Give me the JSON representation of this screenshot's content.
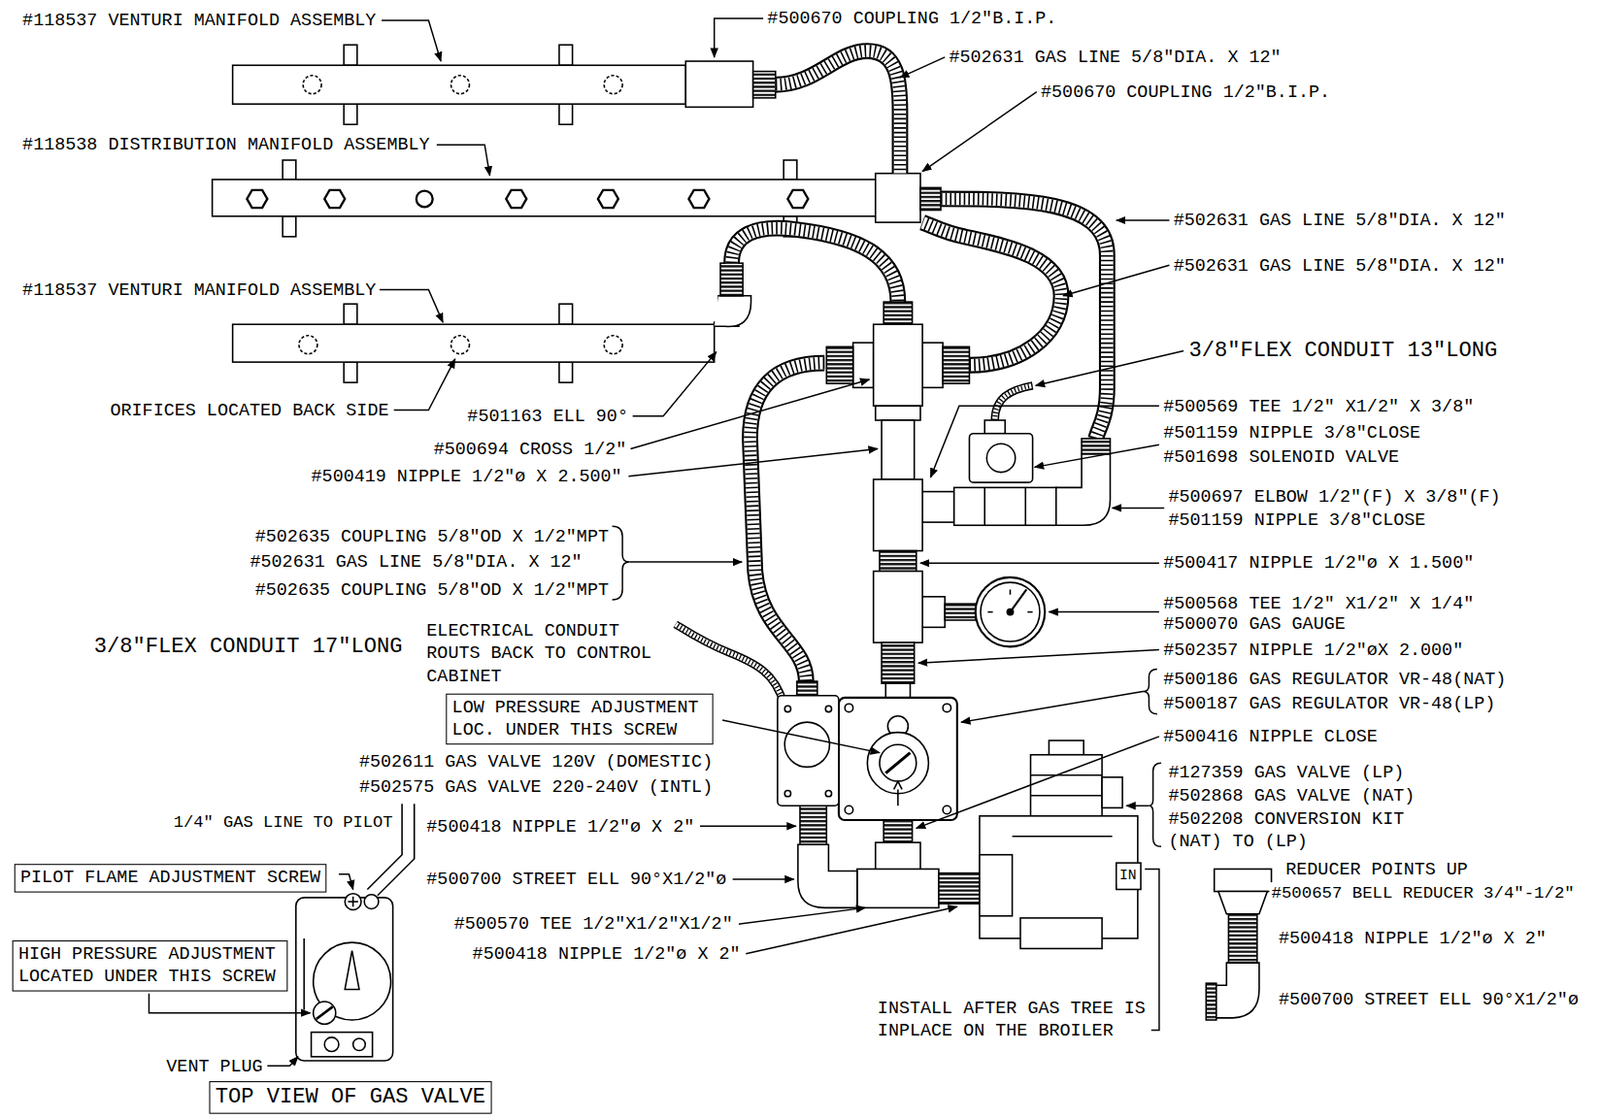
{
  "diagram": {
    "nodes": [
      {
        "text": [
          "LOW PRESSURE ADJUSTMENT LOC. UNDER THIS SCREW"
        ]
      },
      {
        "text": [
          "PILOT FLAME ADJUSTMENT SCREW"
        ]
      },
      {
        "text": [
          "HIGH PRESSURE ADJUSTMENT LOCATED UNDER THIS SCREW"
        ]
      },
      {
        "text": [
          "TOP VIEW OF GAS VALVE"
        ]
      }
    ],
    "labels": [
      "#118537 VENTURI MANIFOLD ASSEMBLY",
      "#500670 COUPLING 1/2\"B.I.P.",
      "#502631 GAS LINE 5/8\"DIA. X 12\"",
      "#500670 COUPLING 1/2\"B.I.P.",
      "#118538 DISTRIBUTION MANIFOLD ASSEMBLY",
      "#502631 GAS LINE 5/8\"DIA. X 12\"",
      "#502631 GAS LINE 5/8\"DIA. X 12\"",
      "#118537 VENTURI MANIFOLD ASSEMBLY",
      "3/8\"FLEX CONDUIT 13\"LONG",
      "#500569 TEE 1/2\" X1/2\" X 3/8\"",
      "ORIFICES LOCATED BACK SIDE",
      "#501163 ELL 90°",
      "#501159 NIPPLE 3/8\"CLOSE",
      "#500694 CROSS 1/2\"",
      "#501698 SOLENOID VALVE",
      "#500419 NIPPLE 1/2\"ø X 2.500\"",
      "#500697 ELBOW 1/2\"(F) X 3/8\"(F)",
      "#501159 NIPPLE 3/8\"CLOSE",
      "#502635 COUPLING 5/8\"OD X 1/2\"MPT",
      "#502631 GAS LINE 5/8\"DIA. X 12\"",
      "#500417 NIPPLE 1/2\"ø X 1.500\"",
      "#502635 COUPLING 5/8\"OD X 1/2\"MPT",
      "#500568 TEE 1/2\" X1/2\" X 1/4\"",
      "#500070 GAS GAUGE",
      "ELECTRICAL CONDUIT ROUTS BACK TO CONTROL CABINET",
      "3/8\"FLEX CONDUIT 17\"LONG",
      "#502357 NIPPLE 1/2\"øX 2.000\"",
      "#500186 GAS REGULATOR VR-48(NAT)",
      "#500187 GAS REGULATOR VR-48(LP)",
      "#500416 NIPPLE CLOSE",
      "#502611 GAS VALVE 120V (DOMESTIC)",
      "#502575 GAS VALVE 220-240V (INTL)",
      "#127359 GAS VALVE (LP)",
      "#502868 GAS VALVE (NAT)",
      "#502208 CONVERSION KIT (NAT) TO (LP)",
      "1/4\" GAS LINE TO PILOT",
      "#500418 NIPPLE 1/2\"ø X 2\"",
      "REDUCER POINTS UP",
      "IN",
      "#500700 STREET ELL 90°X1/2\"ø",
      "#500657 BELL REDUCER 3/4\"-1/2\"",
      "#500570 TEE 1/2\"X1/2\"X1/2\"",
      "#500418 NIPPLE 1/2\"ø X 2\"",
      "#500418 NIPPLE 1/2\"ø X 2\"",
      "#500700 STREET ELL 90°X1/2\"ø",
      "INSTALL AFTER GAS TREE IS INPLACE ON THE BROILER",
      "VENT PLUG"
    ]
  }
}
